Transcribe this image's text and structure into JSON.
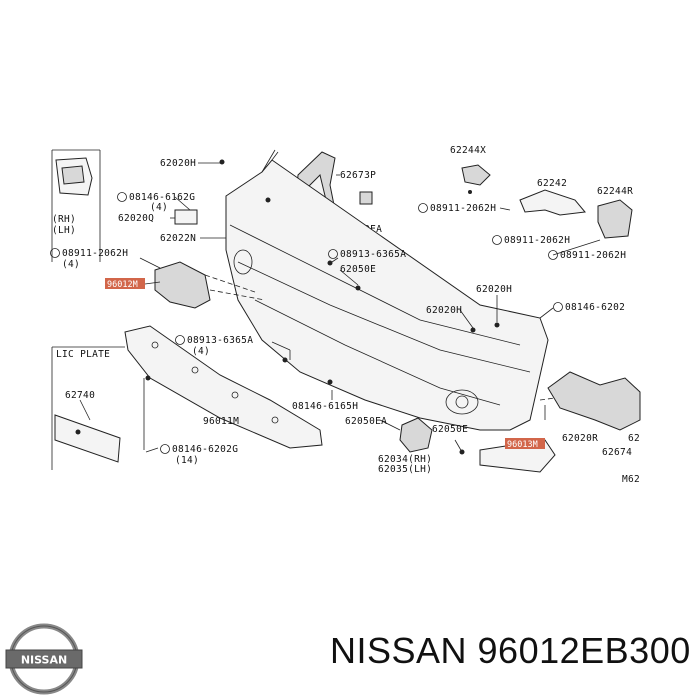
{
  "labels": {
    "l62020H_a": "62020H",
    "l08146_6162G": "08146-6162G",
    "l08146_6162G_qty": "(4)",
    "l62020Q": "62020Q",
    "l62022N": "62022N",
    "l08911_2062H_a": "08911-2062H",
    "l08911_2062H_a_qty": "(4)",
    "l96012M": "96012M",
    "l08913_6365A_a": "08913-6365A",
    "l08913_6365A_a_qty": "(4)",
    "l96011M": "96011M",
    "l08146_6202G": "08146-6202G",
    "l08146_6202G_qty": "(14)",
    "l62740": "62740",
    "lLicPlate": "LIC PLATE",
    "lRH": "(RH)",
    "lLH": "(LH)",
    "l62673P": "62673P",
    "l62050EA_a": "62050EA",
    "l08913_6365A_b": "08913-6365A",
    "l62050E_a": "62050E",
    "l08146_6165H": "08146-6165H",
    "l62050EA_b": "62050EA",
    "l62034": "62034(RH)",
    "l62035": "62035(LH)",
    "l62050E_b": "62050E",
    "l62020H_b": "62020H",
    "l62020H_c": "62020H",
    "l08146_6202": "08146-6202",
    "l62020R": "62020R",
    "l96013M": "96013M",
    "l62674": "62674",
    "l62242": "62242",
    "l62244R": "62244R",
    "l08911_2062H_b": "08911-2062H",
    "l08911_2062H_c": "08911-2062H",
    "l08911_2062H_d": "08911-2062H",
    "l62244x": "62244X",
    "l62": "62",
    "lM62": "M62"
  },
  "brand": {
    "logo_text": "NISSAN",
    "caption": "NISSAN 96012EB300"
  }
}
